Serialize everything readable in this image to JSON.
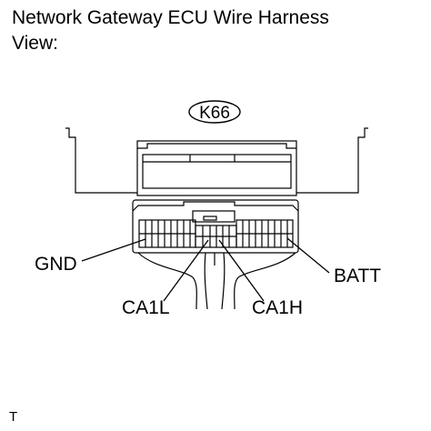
{
  "title": {
    "line1": "Network Gateway ECU Wire Harness",
    "line2": "View:"
  },
  "connector": {
    "id": "K66"
  },
  "labels": {
    "gnd": "GND",
    "batt": "BATT",
    "ca1l": "CA1L",
    "ca1h": "CA1H"
  },
  "footer": {
    "code": "T"
  }
}
